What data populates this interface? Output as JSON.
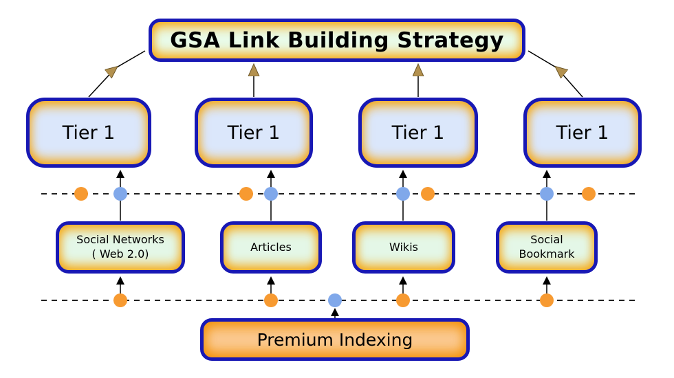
{
  "diagram": {
    "title": "GSA Link Building Strategy",
    "tiers": [
      {
        "label": "Tier 1"
      },
      {
        "label": "Tier 1"
      },
      {
        "label": "Tier 1"
      },
      {
        "label": "Tier 1"
      }
    ],
    "sources": [
      {
        "line1": "Social Networks",
        "line2": "( Web 2.0)"
      },
      {
        "line1": "Articles",
        "line2": ""
      },
      {
        "line1": "Wikis",
        "line2": ""
      },
      {
        "line1": "Social",
        "line2": "Bookmark"
      }
    ],
    "bottom": {
      "label": "Premium Indexing"
    },
    "colors": {
      "node_border": "#1818b4",
      "title_fill": "#e9fbe9",
      "tier_fill": "#dbe7fb",
      "source_fill": "#e4f7e7",
      "premium_fill": "#fbca92",
      "edge_glow": "#f7a60d",
      "dot_orange": "#f79a31",
      "dot_blue": "#80a8ea",
      "arrowhead_tan": "#b3914f",
      "line": "#000000"
    }
  }
}
